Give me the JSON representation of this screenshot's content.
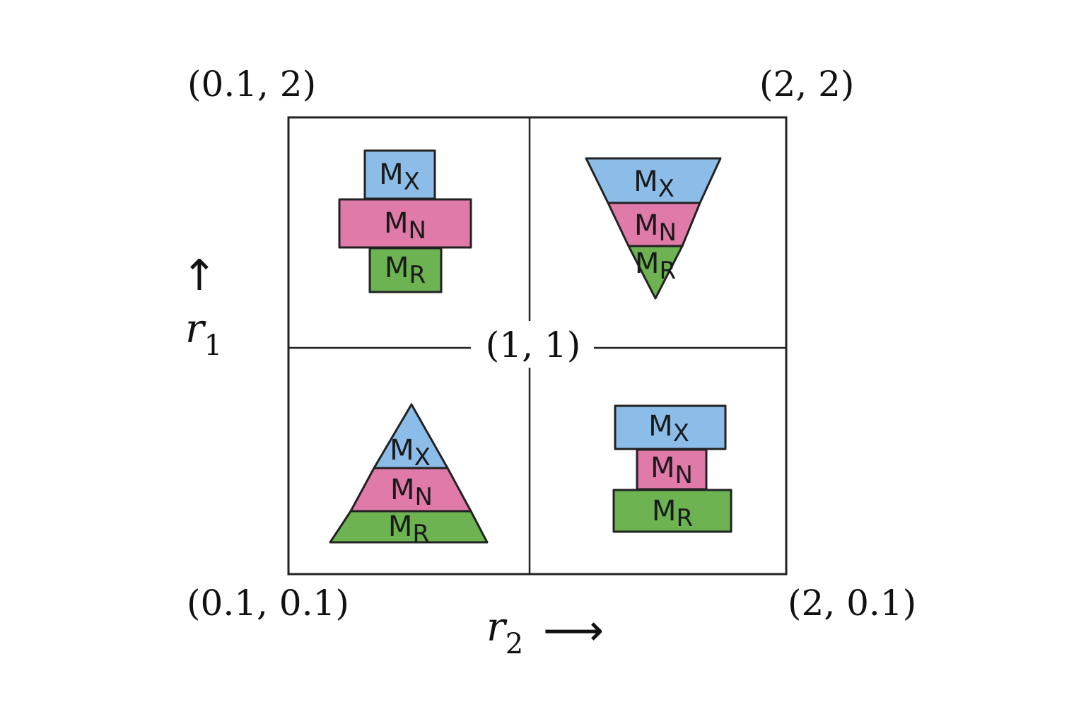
{
  "colors": {
    "x_layer": "#8cbde9",
    "n_layer": "#e07aa8",
    "r_layer": "#6db352",
    "stroke": "#222222",
    "background": "#ffffff"
  },
  "corners": {
    "top_left": "(0.1, 2)",
    "top_right": "(2, 2)",
    "bottom_left": "(0.1, 0.1)",
    "bottom_right": "(2, 0.1)"
  },
  "center": "(1, 1)",
  "axes": {
    "vertical": {
      "symbol": "r",
      "sub": "1",
      "arrow": "↑"
    },
    "horizontal": {
      "symbol": "r",
      "sub": "2",
      "arrow": "⟶"
    }
  },
  "layer_labels": {
    "x": {
      "main": "M",
      "sub": "X"
    },
    "n": {
      "main": "M",
      "sub": "N"
    },
    "r": {
      "main": "M",
      "sub": "R"
    }
  },
  "quadrants": [
    {
      "id": "top-left",
      "shape": "diamond-stack",
      "layers": [
        "x",
        "n",
        "r"
      ]
    },
    {
      "id": "top-right",
      "shape": "inverted-triangle",
      "layers": [
        "x",
        "n",
        "r"
      ]
    },
    {
      "id": "bottom-left",
      "shape": "triangle",
      "layers": [
        "x",
        "n",
        "r"
      ]
    },
    {
      "id": "bottom-right",
      "shape": "bottom-heavy-stack",
      "layers": [
        "x",
        "n",
        "r"
      ]
    }
  ]
}
